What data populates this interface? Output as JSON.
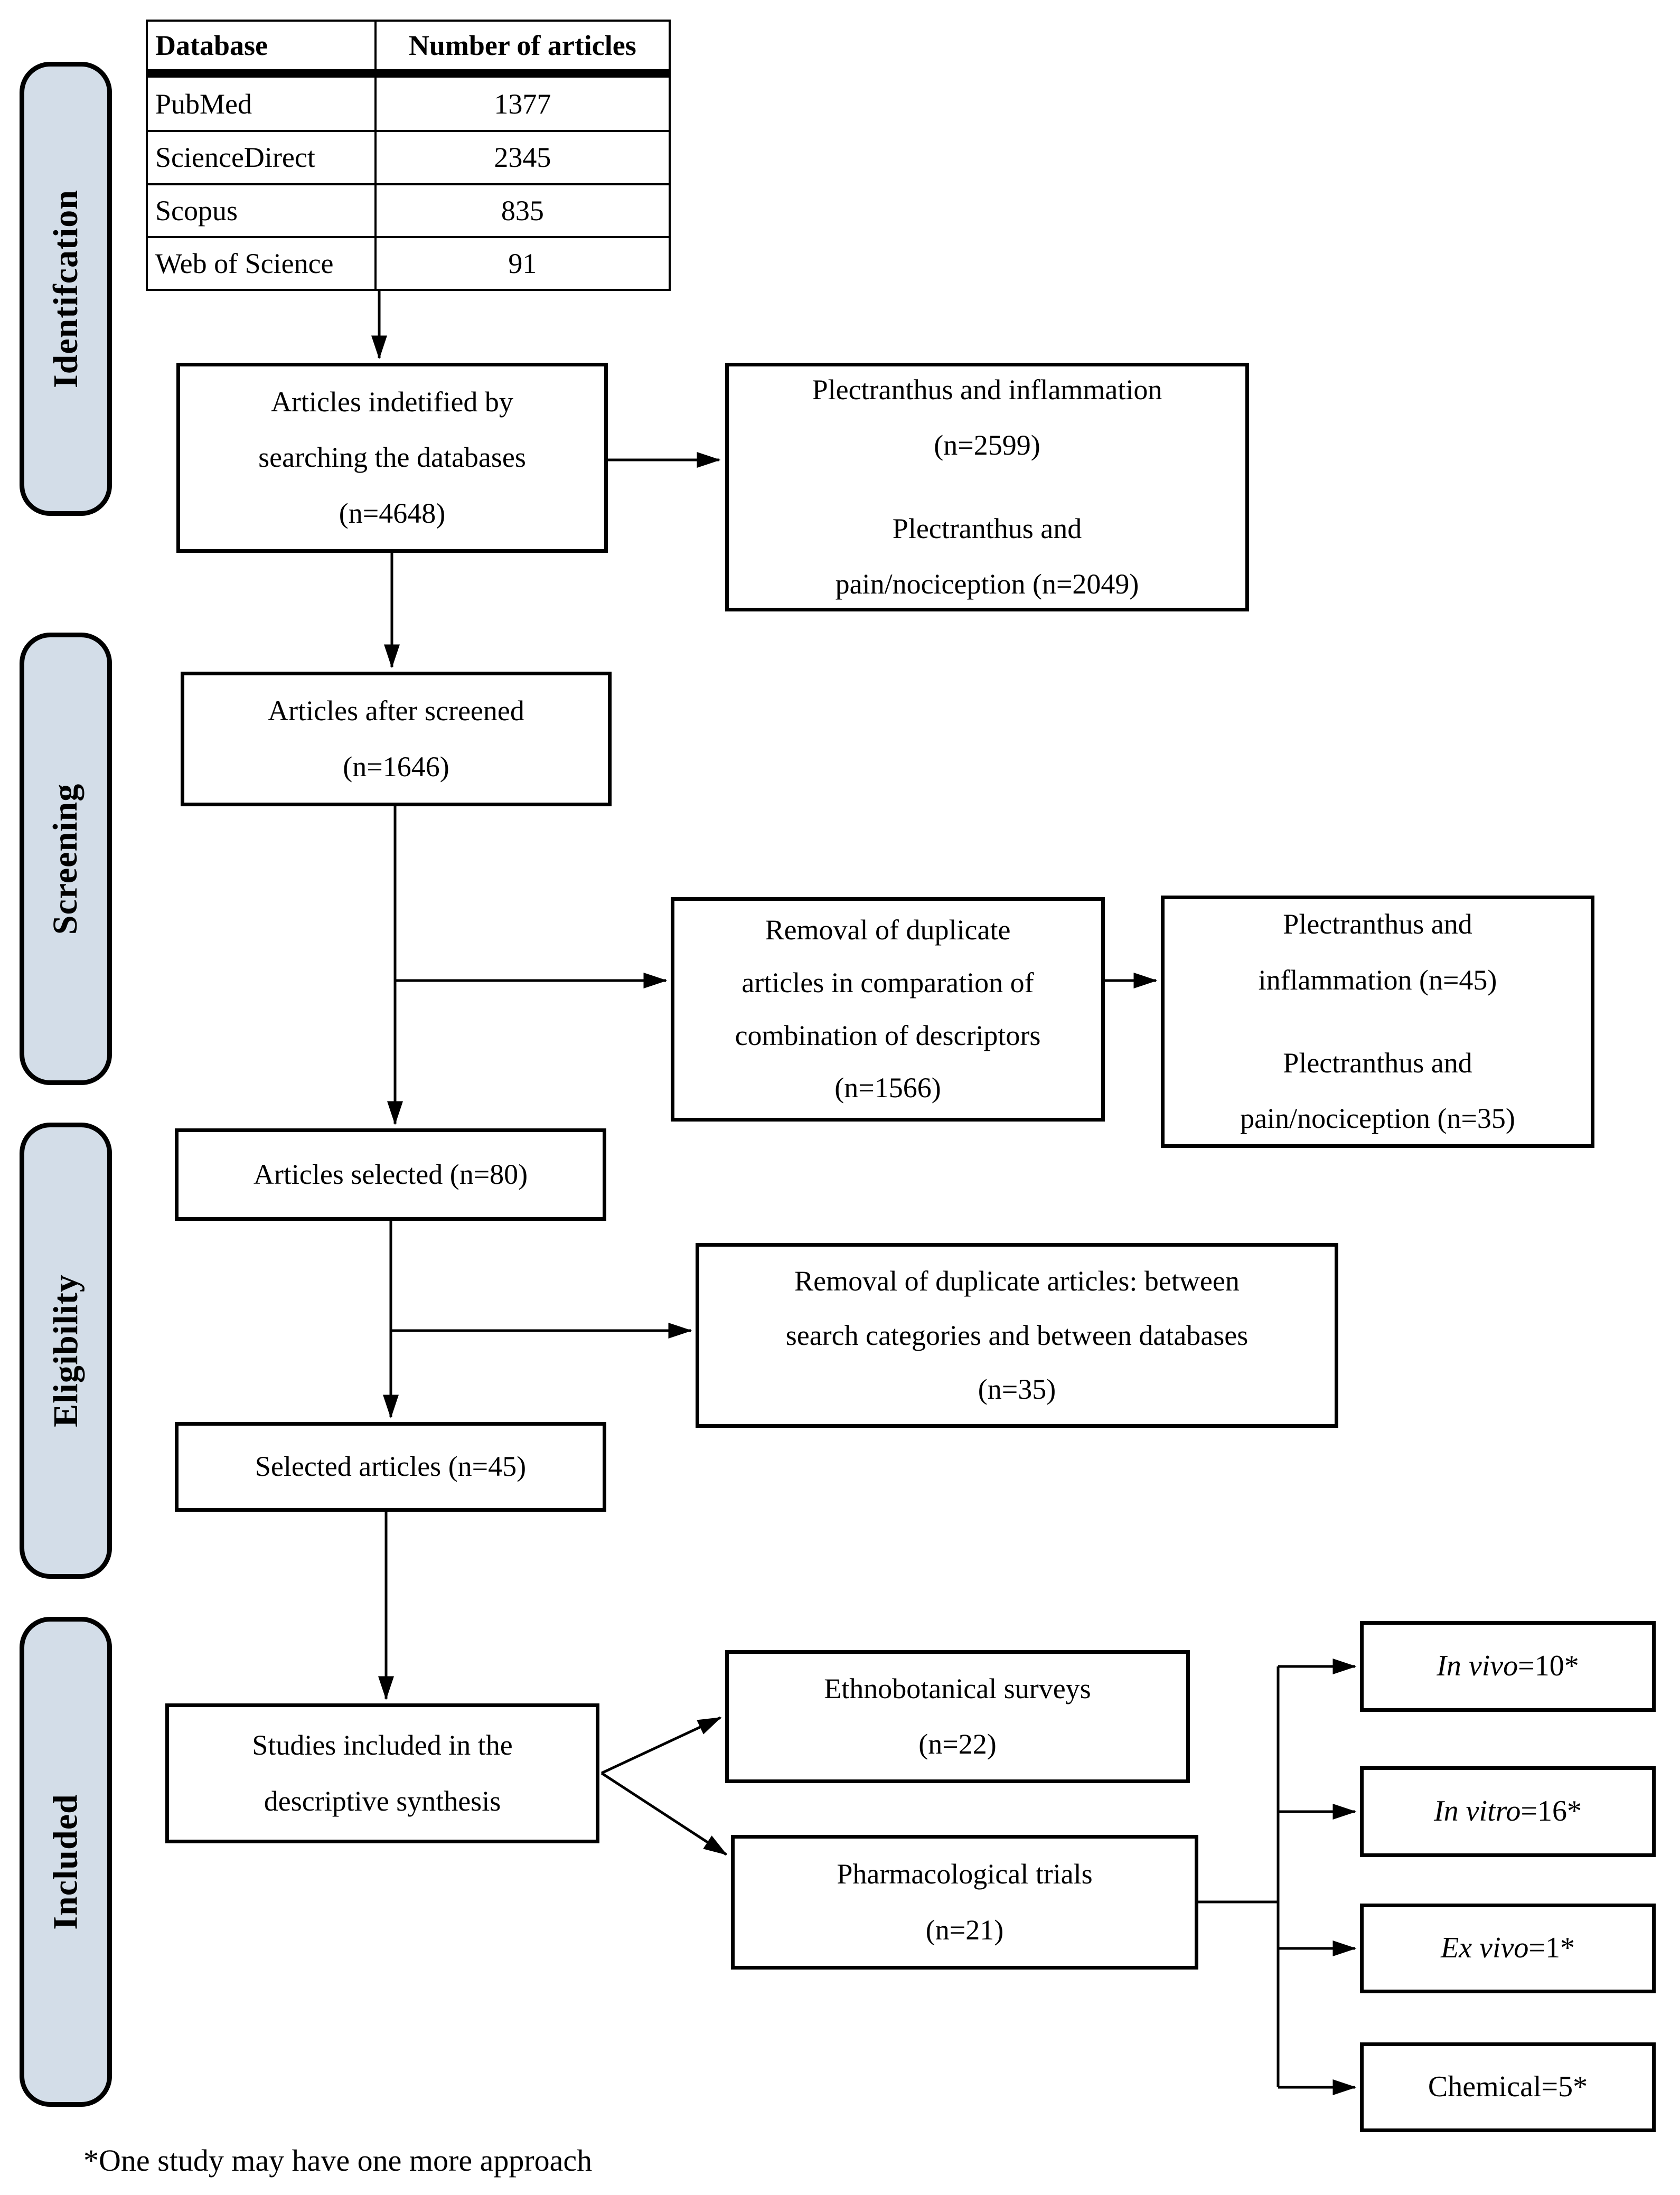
{
  "figure": {
    "footnote": "*One study may have one more approach"
  },
  "sidebar": {
    "stages": [
      {
        "label": "Identifcation"
      },
      {
        "label": "Screening"
      },
      {
        "label": "Eligibility"
      },
      {
        "label": "Included"
      }
    ]
  },
  "table": {
    "headers": [
      "Database",
      "Number of articles"
    ],
    "rows": [
      [
        "PubMed",
        "1377"
      ],
      [
        "ScienceDirect",
        "2345"
      ],
      [
        "Scopus",
        "835"
      ],
      [
        "Web of Science",
        "91"
      ]
    ]
  },
  "boxes": {
    "identified": {
      "lines": [
        "Articles indetified by",
        "searching the databases",
        "(n=4648)"
      ]
    },
    "search_results": {
      "para1": [
        "Plectranthus and inflammation",
        "(n=2599)"
      ],
      "para2": [
        "Plectranthus and",
        "pain/nociception (n=2049)"
      ]
    },
    "screened": {
      "lines": [
        "Articles after screened",
        "(n=1646)"
      ]
    },
    "removal_comparation": {
      "lines": [
        "Removal of duplicate",
        "articles in comparation of",
        "combination of descriptors",
        "(n=1566)"
      ]
    },
    "duplicates_by_term": {
      "para1": [
        "Plectranthus and",
        "inflammation (n=45)"
      ],
      "para2": [
        "Plectranthus and",
        "pain/nociception (n=35)"
      ]
    },
    "selected_80": {
      "lines": [
        "Articles selected (n=80)"
      ]
    },
    "removal_between": {
      "lines": [
        "Removal of duplicate articles: between",
        "search categories and between databases",
        "(n=35)"
      ]
    },
    "selected_45": {
      "lines": [
        "Selected articles (n=45)"
      ]
    },
    "studies_included": {
      "lines": [
        "Studies included in the",
        "descriptive synthesis"
      ]
    },
    "ethnobotanical": {
      "lines": [
        "Ethnobotanical surveys",
        "(n=22)"
      ]
    },
    "pharmacological": {
      "lines": [
        "Pharmacological trials",
        "(n=21)"
      ]
    },
    "approaches": [
      {
        "italic": "In vivo",
        "rest": "=10*"
      },
      {
        "italic": "In vitro",
        "rest": "=16*"
      },
      {
        "italic": "Ex vivo",
        "rest": "=1*"
      },
      {
        "italic": "",
        "rest": "Chemical=5*"
      }
    ]
  },
  "colors": {
    "stage_fill": "#d3dde8",
    "border": "#000000",
    "background": "#ffffff"
  }
}
